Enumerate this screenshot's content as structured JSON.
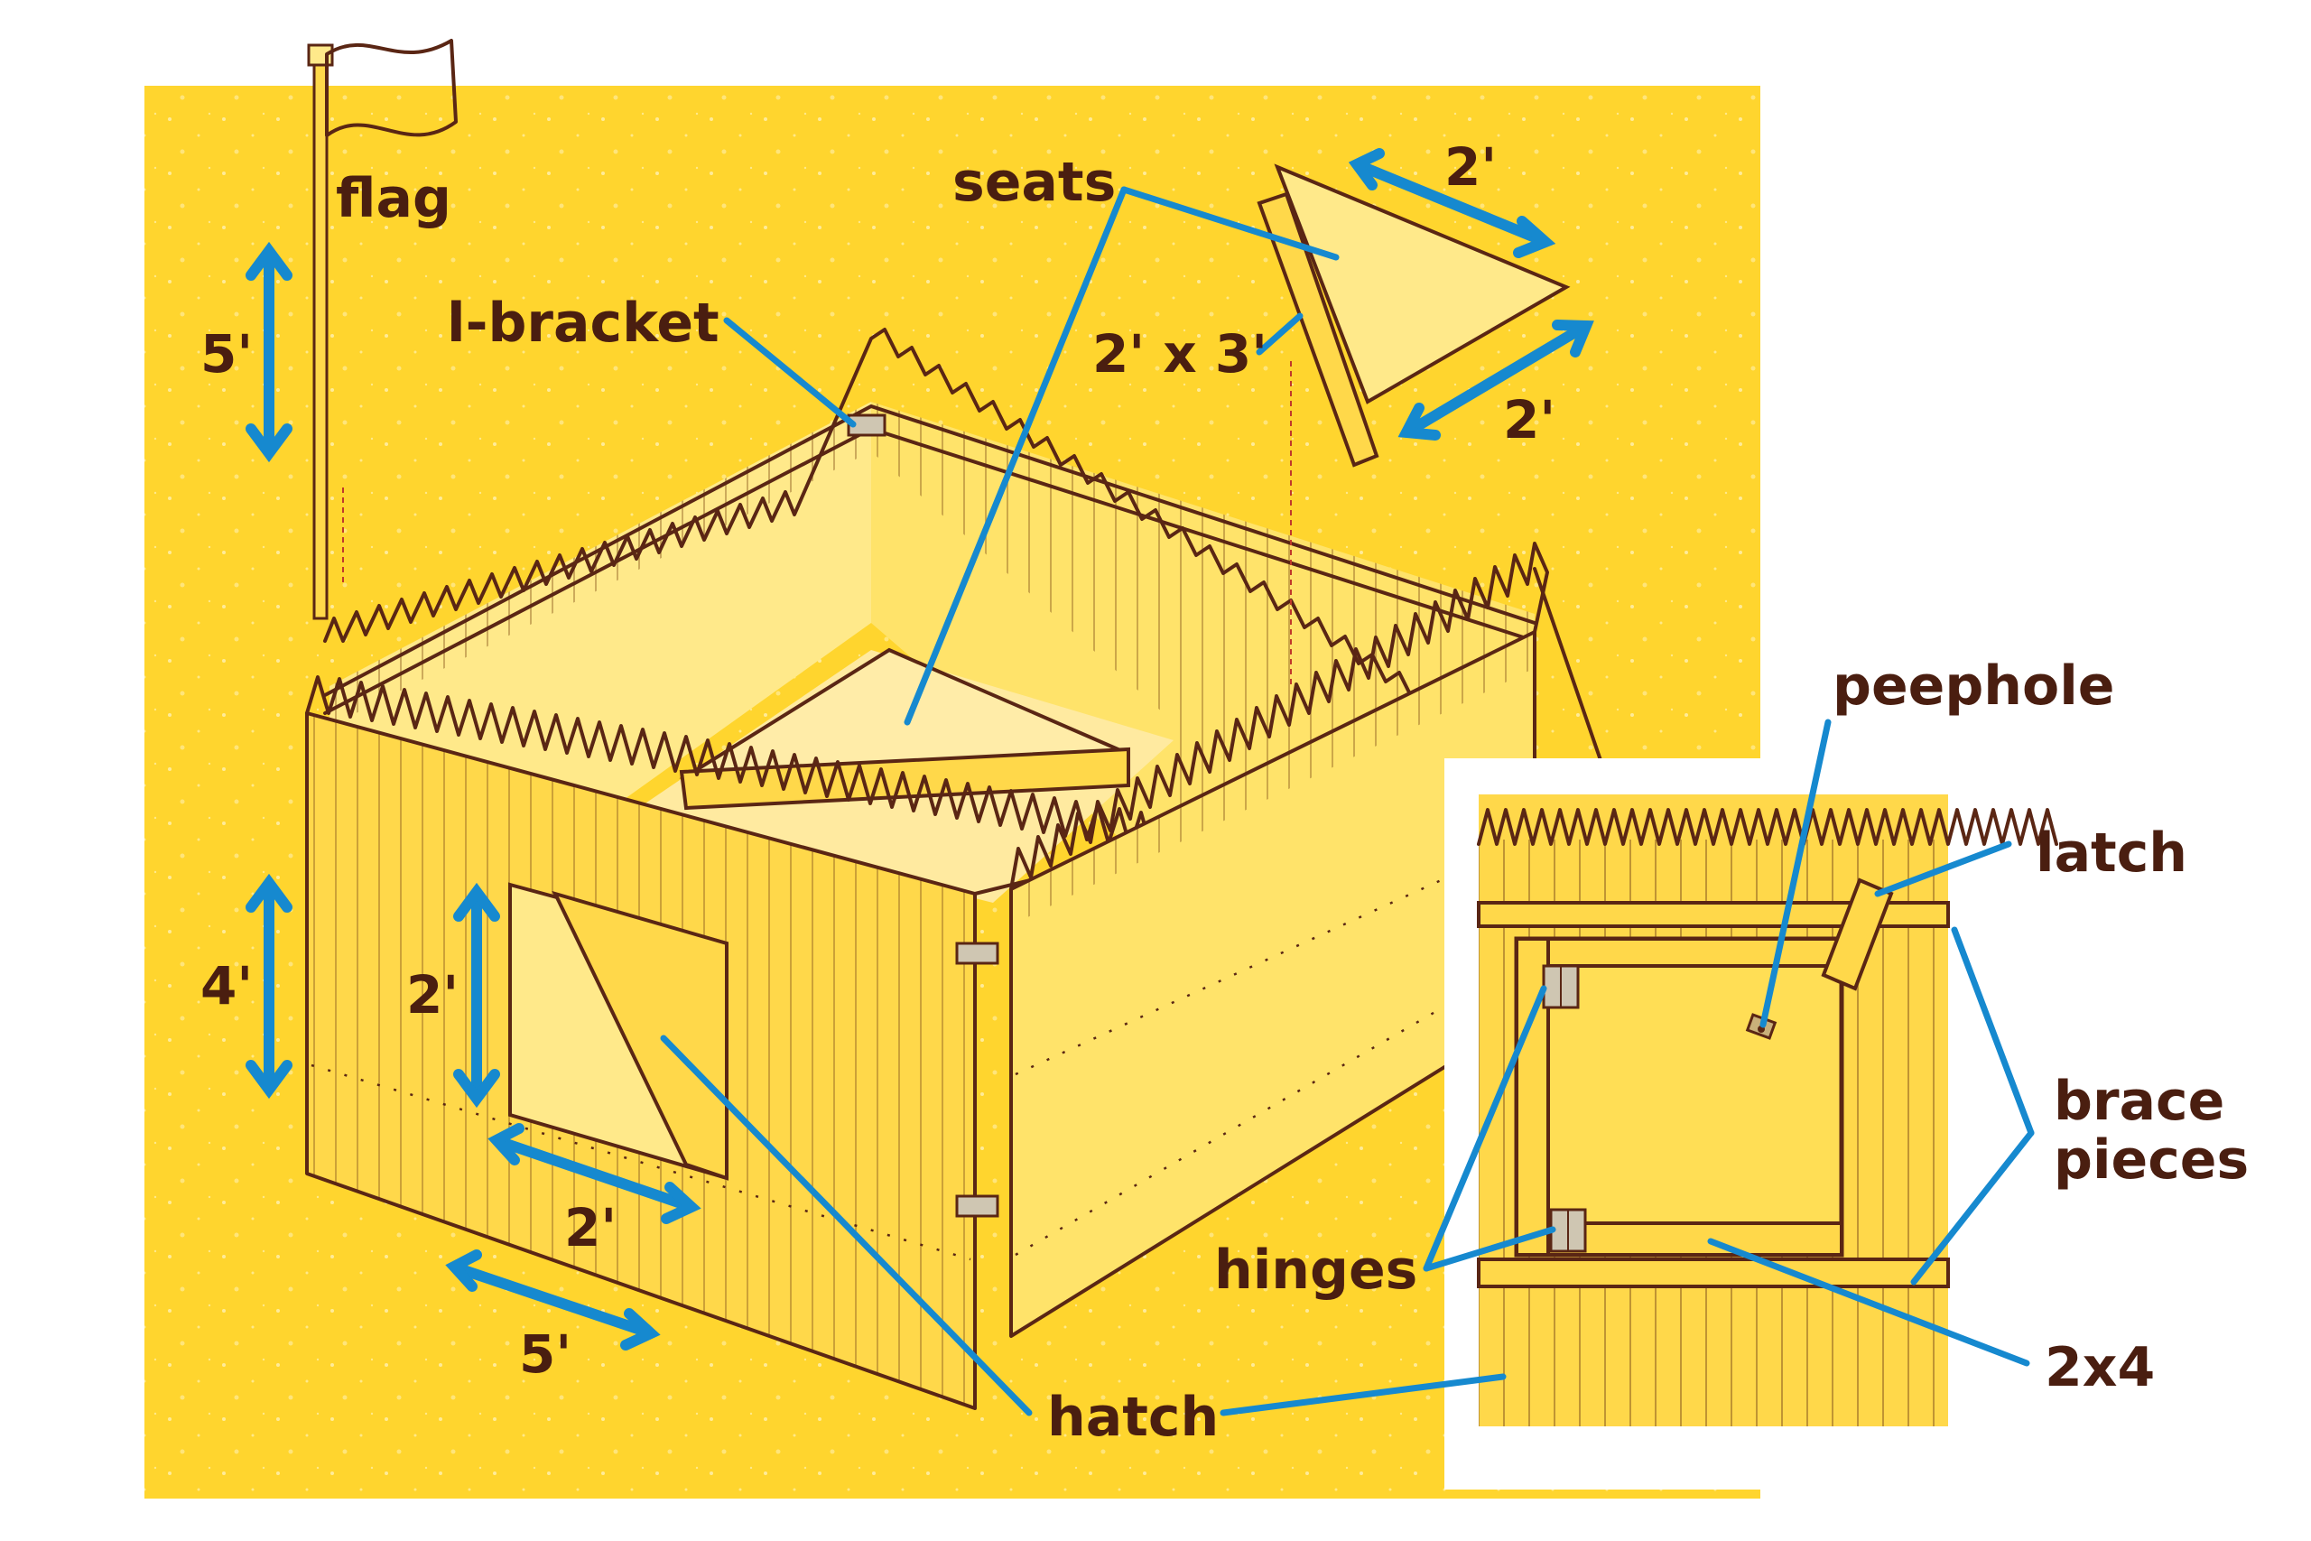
{
  "colors": {
    "background": "#ffd52e",
    "ink": "#5a2614",
    "label": "#4a1e10",
    "leader": "#1689cf",
    "panel": "#ffe36a",
    "inset_frame": "#ffffff"
  },
  "labels": {
    "flag": "flag",
    "seats": "seats",
    "l_bracket": "l-bracket",
    "peephole": "peephole",
    "latch": "latch",
    "brace_line1": "brace",
    "brace_line2": "pieces",
    "hinges": "hinges",
    "two_by_four": "2x4",
    "hatch": "hatch"
  },
  "dimensions": {
    "flag_height": "5'",
    "seat_edge_top": "2'",
    "seat_edge_bottom": "2'",
    "seat_board": "2' x 3'",
    "wall_height": "4'",
    "hatch_height": "2'",
    "hatch_width": "2'",
    "wall_length": "5'"
  },
  "icons": [
    "flag-icon",
    "hinge-icon",
    "latch-icon",
    "peephole-icon",
    "arrow-icon"
  ]
}
